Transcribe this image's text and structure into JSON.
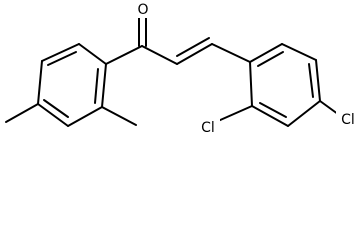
{
  "atoms": [
    {
      "id": "o",
      "symbol": "O"
    },
    {
      "id": "cl1",
      "symbol": "Cl"
    },
    {
      "id": "cl2",
      "symbol": "Cl"
    }
  ],
  "colors": {
    "bond": "#000000",
    "label": "#000000",
    "background": "#ffffff"
  }
}
